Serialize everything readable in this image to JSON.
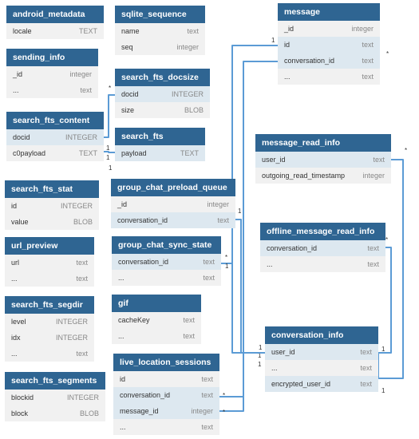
{
  "tables": [
    {
      "name": "android_metadata",
      "rows": [
        {
          "n": "locale",
          "t": "TEXT"
        }
      ]
    },
    {
      "name": "sqlite_sequence",
      "rows": [
        {
          "n": "name",
          "t": "text"
        },
        {
          "n": "seq",
          "t": "integer"
        }
      ]
    },
    {
      "name": "message",
      "rows": [
        {
          "n": "_id",
          "t": "integer"
        },
        {
          "n": "id",
          "t": "text",
          "hl": true
        },
        {
          "n": "conversation_id",
          "t": "text",
          "hl": true
        },
        {
          "n": "...",
          "t": "text"
        }
      ]
    },
    {
      "name": "sending_info",
      "rows": [
        {
          "n": "_id",
          "t": "integer"
        },
        {
          "n": "...",
          "t": "text"
        }
      ]
    },
    {
      "name": "search_fts_docsize",
      "rows": [
        {
          "n": "docid",
          "t": "INTEGER",
          "hl": true
        },
        {
          "n": "size",
          "t": "BLOB"
        }
      ]
    },
    {
      "name": "search_fts_content",
      "rows": [
        {
          "n": "docid",
          "t": "INTEGER",
          "hl": true
        },
        {
          "n": "c0payload",
          "t": "TEXT"
        }
      ]
    },
    {
      "name": "search_fts",
      "rows": [
        {
          "n": "payload",
          "t": "TEXT",
          "hl": true
        }
      ]
    },
    {
      "name": "message_read_info",
      "rows": [
        {
          "n": "user_id",
          "t": "text",
          "hl": true
        },
        {
          "n": "outgoing_read_timestamp",
          "t": "integer"
        }
      ]
    },
    {
      "name": "search_fts_stat",
      "rows": [
        {
          "n": "id",
          "t": "INTEGER"
        },
        {
          "n": "value",
          "t": "BLOB"
        }
      ]
    },
    {
      "name": "group_chat_preload_queue",
      "rows": [
        {
          "n": "_id",
          "t": "integer"
        },
        {
          "n": "conversation_id",
          "t": "text",
          "hl": true
        }
      ]
    },
    {
      "name": "offline_message_read_info",
      "rows": [
        {
          "n": "conversation_id",
          "t": "text",
          "hl": true
        },
        {
          "n": "...",
          "t": "text"
        }
      ]
    },
    {
      "name": "url_preview",
      "rows": [
        {
          "n": "url",
          "t": "text"
        },
        {
          "n": "...",
          "t": "text"
        }
      ]
    },
    {
      "name": "group_chat_sync_state",
      "rows": [
        {
          "n": "conversation_id",
          "t": "text",
          "hl": true
        },
        {
          "n": "...",
          "t": "text"
        }
      ]
    },
    {
      "name": "gif",
      "rows": [
        {
          "n": "cacheKey",
          "t": "text"
        },
        {
          "n": "...",
          "t": "text"
        }
      ]
    },
    {
      "name": "search_fts_segdir",
      "rows": [
        {
          "n": "level",
          "t": "INTEGER"
        },
        {
          "n": "idx",
          "t": "INTEGER"
        },
        {
          "n": "...",
          "t": "text"
        }
      ]
    },
    {
      "name": "conversation_info",
      "rows": [
        {
          "n": "user_id",
          "t": "text",
          "hl": true
        },
        {
          "n": "...",
          "t": "text"
        },
        {
          "n": "encrypted_user_id",
          "t": "text",
          "hl": true
        }
      ]
    },
    {
      "name": "live_location_sessions",
      "rows": [
        {
          "n": "id",
          "t": "text"
        },
        {
          "n": "conversation_id",
          "t": "text",
          "hl": true
        },
        {
          "n": "message_id",
          "t": "integer",
          "hl": true
        },
        {
          "n": "...",
          "t": "text"
        }
      ]
    },
    {
      "name": "search_fts_segments",
      "rows": [
        {
          "n": "blockid",
          "t": "INTEGER"
        },
        {
          "n": "block",
          "t": "BLOB"
        }
      ]
    }
  ],
  "relationships": [
    {
      "from": "search_fts_content",
      "to": "search_fts_docsize",
      "from_card": "1",
      "to_card": "*"
    },
    {
      "from": "search_fts_content",
      "to": "search_fts",
      "from_card": "1",
      "to_card": "1"
    },
    {
      "from": "group_chat_sync_state",
      "to": "message",
      "from_card": "*",
      "to_card": "1"
    },
    {
      "from": "live_location_sessions",
      "to": "message",
      "from_card": "*",
      "to_card": "*"
    },
    {
      "from": "group_chat_preload_queue",
      "to": "conversation_info",
      "from_card": "1",
      "to_card": "1"
    },
    {
      "from": "group_chat_sync_state",
      "to": "conversation_info",
      "from_card": "1",
      "to_card": "1"
    },
    {
      "from": "live_location_sessions",
      "to": "conversation_info",
      "from_card": "*",
      "to_card": "1"
    },
    {
      "from": "message_read_info",
      "to": "conversation_info",
      "from_card": "*",
      "to_card": "1"
    },
    {
      "from": "offline_message_read_info",
      "to": "conversation_info",
      "from_card": "*",
      "to_card": "1"
    }
  ],
  "colors": {
    "header": "#2f6592",
    "row": "#f1f1f1",
    "row_highlight": "#dde8f0",
    "edge": "#5b9bd5"
  }
}
